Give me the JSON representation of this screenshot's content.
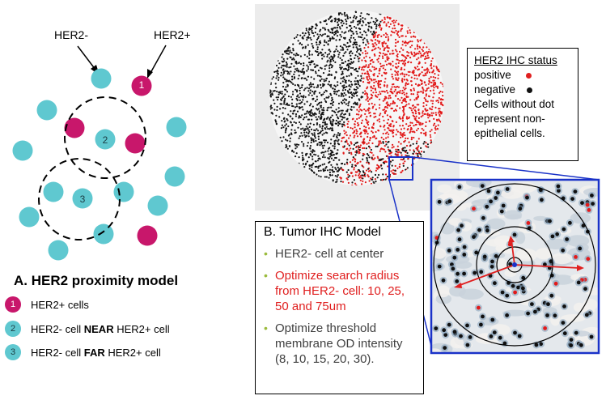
{
  "panel_a": {
    "label_neg": "HER2-",
    "label_pos": "HER2+",
    "title": "A. HER2 proximity model",
    "colors": {
      "positive": "#c8176b",
      "negative": "#5fc8d0"
    },
    "cell_labels": {
      "c1": "1",
      "c2": "2",
      "c3": "3"
    },
    "legend": [
      {
        "num": "1",
        "type": "positive",
        "pre": "HER2+ cells",
        "bold": "",
        "post": ""
      },
      {
        "num": "2",
        "type": "negative",
        "pre": "HER2- cell ",
        "bold": "NEAR",
        "post": " HER2+ cell"
      },
      {
        "num": "3",
        "type": "negative",
        "pre": "HER2- cell ",
        "bold": "FAR",
        "post": " HER2+ cell"
      }
    ]
  },
  "status_box": {
    "title": "HER2 IHC status",
    "positive": "positive",
    "negative": "negative",
    "note": "Cells without dot represent non-epithelial cells."
  },
  "panel_b": {
    "title": "B. Tumor IHC Model",
    "bullets": [
      {
        "text": "HER2- cell at center",
        "highlight": false
      },
      {
        "text": "Optimize search radius from HER2- cell: 10, 25, 50 and 75um",
        "highlight": true
      },
      {
        "text": "Optimize threshold membrane OD intensity (8, 10, 15, 20, 30).",
        "highlight": false
      }
    ]
  }
}
